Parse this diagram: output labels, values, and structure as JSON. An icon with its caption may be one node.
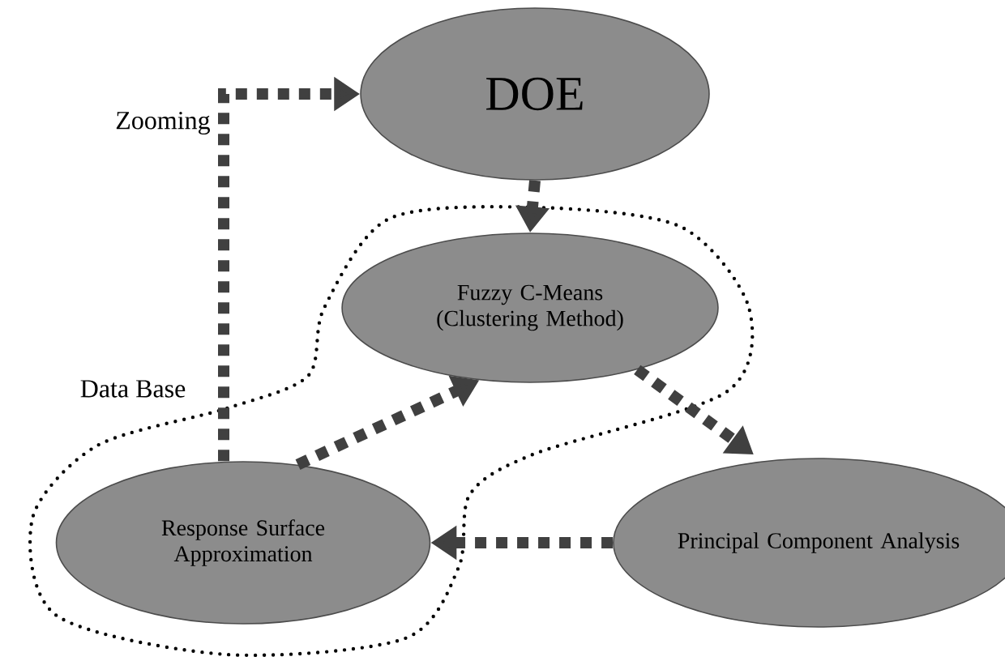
{
  "diagram": {
    "nodes": [
      {
        "text": [
          "DOE"
        ]
      },
      {
        "text": [
          "Fuzzy C-Means (Clustering Method)"
        ]
      },
      {
        "text": [
          "Response Surface Approximation"
        ]
      },
      {
        "text": [
          "Principal Component Analysis"
        ]
      }
    ],
    "edges": [
      {
        "from": 0,
        "to": 1,
        "arrow": "to"
      },
      {
        "from": 1,
        "to": 3,
        "arrow": "to"
      },
      {
        "from": 3,
        "to": 2,
        "arrow": "to"
      },
      {
        "from": 2,
        "to": 1,
        "arrow": "to"
      },
      {
        "from": 2,
        "to": 0,
        "arrow": "to",
        "label": "Zooming"
      }
    ],
    "labels": [
      "Data Base"
    ]
  }
}
